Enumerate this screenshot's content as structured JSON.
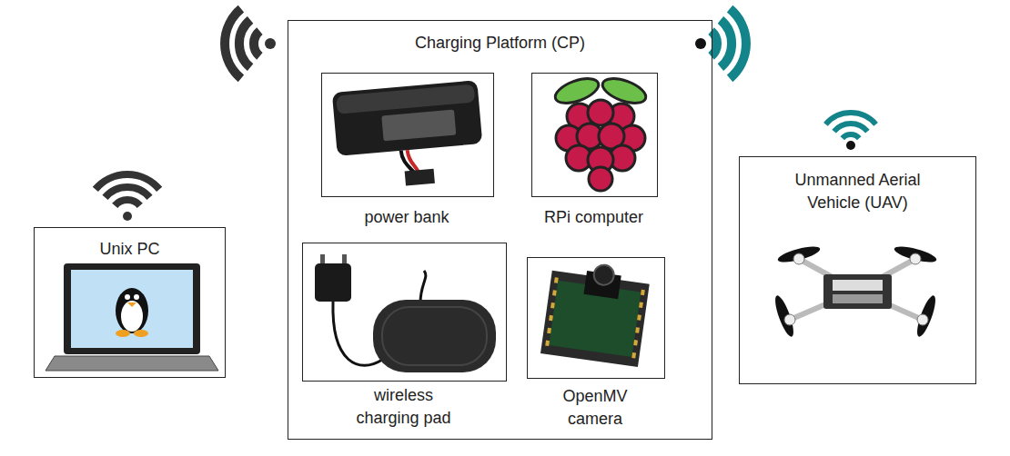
{
  "diagram": {
    "nodes": [
      {
        "text": [
          "Unix PC"
        ]
      },
      {
        "text": [
          "Charging Platform (CP)"
        ]
      },
      {
        "text": [
          "power bank"
        ],
        "in": 1
      },
      {
        "text": [
          "RPi computer"
        ],
        "in": 1
      },
      {
        "text": [
          "wireless charging pad"
        ],
        "in": 1
      },
      {
        "text": [
          "OpenMV camera"
        ],
        "in": 1
      },
      {
        "text": [
          "Unmanned Aerial Vehicle (UAV)"
        ]
      }
    ]
  }
}
